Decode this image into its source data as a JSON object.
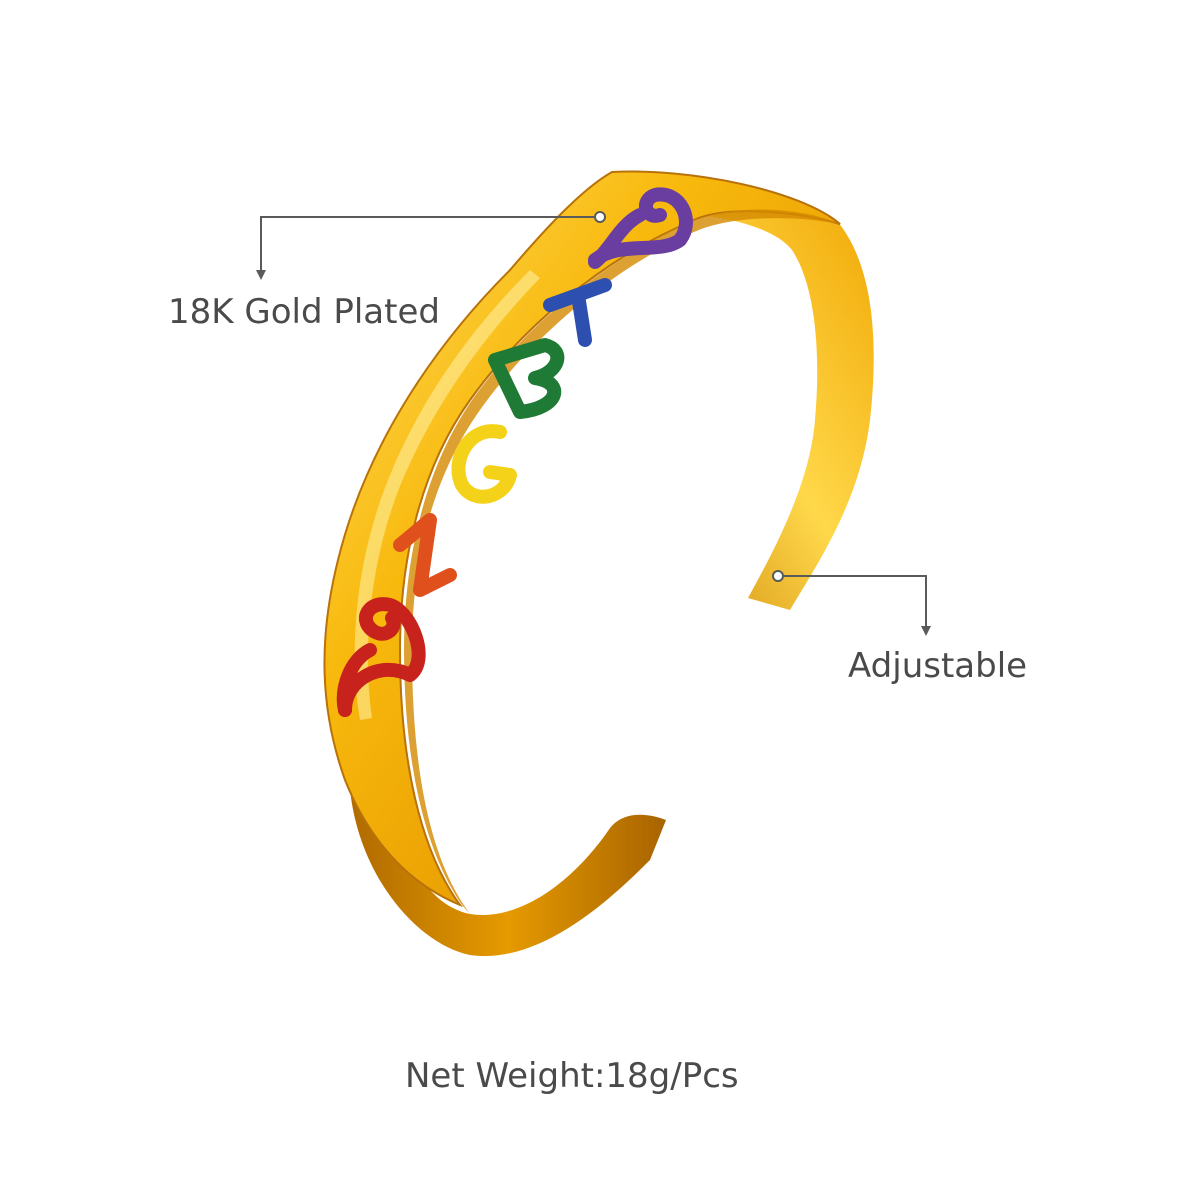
{
  "colors": {
    "background": "#ffffff",
    "gold_light": "#ffd23a",
    "gold_mid": "#f1a505",
    "gold_dark": "#b86f00",
    "enamel_red": "#c8221c",
    "enamel_orange": "#e0501c",
    "enamel_yellow": "#f4d21a",
    "enamel_green": "#1f7a35",
    "enamel_blue": "#2d4fb0",
    "enamel_purple": "#6a3ea0",
    "callout_line": "#5a5a5a",
    "label_text": "#4a4a4a"
  },
  "icons": [
    "heart-swirl-icon",
    "letter-l-icon",
    "letter-g-icon",
    "letter-b-icon",
    "letter-t-icon",
    "heart-swirl-icon"
  ],
  "callouts": {
    "gold_plated": "18K Gold Plated",
    "adjustable": "Adjustable",
    "net_weight": "Net Weight:18g/Pcs"
  }
}
